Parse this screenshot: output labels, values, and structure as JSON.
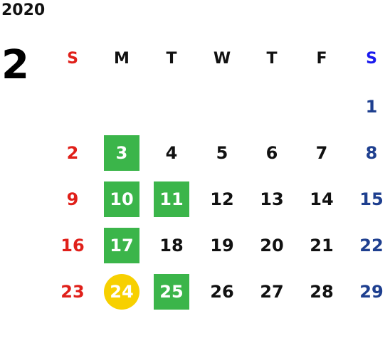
{
  "calendar": {
    "year": "2020",
    "month": "2",
    "weekdays": [
      "S",
      "M",
      "T",
      "W",
      "T",
      "F",
      "S"
    ],
    "weeks": [
      [
        "",
        "",
        "",
        "",
        "",
        "",
        "1"
      ],
      [
        "2",
        "3",
        "4",
        "5",
        "6",
        "7",
        "8"
      ],
      [
        "9",
        "10",
        "11",
        "12",
        "13",
        "14",
        "15"
      ],
      [
        "16",
        "17",
        "18",
        "19",
        "20",
        "21",
        "22"
      ],
      [
        "23",
        "24",
        "25",
        "26",
        "27",
        "28",
        "29"
      ]
    ],
    "highlighted_green": [
      "3",
      "10",
      "11",
      "17",
      "25"
    ],
    "highlighted_yellow": [
      "24"
    ]
  },
  "colors": {
    "sunday": "#e0201a",
    "saturday": "#1e3f8f",
    "saturday_header": "#1a1aee",
    "green": "#3bb54a",
    "yellow": "#f7d000"
  }
}
